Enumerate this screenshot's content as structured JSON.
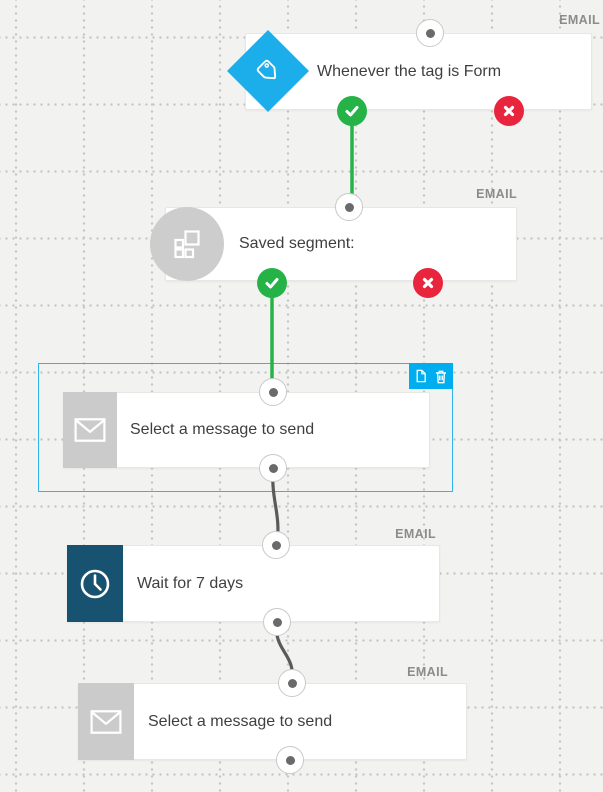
{
  "canvas": {
    "background": "#f2f2f1",
    "grid_dot_color": "#c6c6c5"
  },
  "palette": {
    "accent_blue": "#1caeeb",
    "selection_blue": "#00aeef",
    "success_green": "#25b348",
    "danger_red": "#e8253c",
    "wait_teal": "#175370",
    "icon_block_gray": "#cbcbcb",
    "badge_gray": "#8c8c8c",
    "wire_gray": "#5a5a5a"
  },
  "nodes": [
    {
      "badge": "EMAIL",
      "title": "Whenever the tag is Form",
      "icon": "tag-icon"
    },
    {
      "badge": "EMAIL",
      "title": "Saved segment:",
      "icon": "segment-icon"
    },
    {
      "title": "Select a message to send",
      "icon": "envelope-icon",
      "selected": true
    },
    {
      "badge": "EMAIL",
      "title": "Wait for 7 days",
      "icon": "clock-icon"
    },
    {
      "badge": "EMAIL",
      "title": "Select a message to send",
      "icon": "envelope-icon"
    }
  ]
}
